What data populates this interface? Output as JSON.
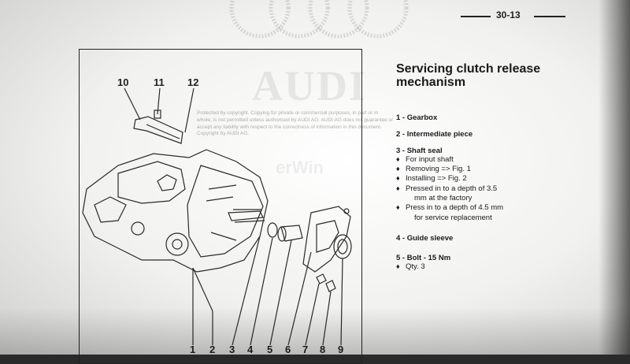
{
  "header": {
    "page_number": "30-13"
  },
  "watermarks": {
    "brand": "AUDI",
    "site": "erWin",
    "copyright": "Protected by copyright. Copying for private or commercial purposes, in part or in whole, is not permitted unless authorised by AUDI AG. AUDI AG does not guarantee or accept any liability with respect to the correctness of information in this document. Copyright by AUDI AG."
  },
  "figure": {
    "callouts_top": [
      "10",
      "11",
      "12"
    ],
    "callouts_bottom": [
      "1",
      "2",
      "3",
      "4",
      "5",
      "6",
      "7",
      "8",
      "9"
    ]
  },
  "section": {
    "title_line1": "Servicing clutch release",
    "title_line2": "mechanism",
    "items": [
      {
        "label": "1 - Gearbox",
        "subs": []
      },
      {
        "label": "2 - Intermediate piece",
        "subs": []
      },
      {
        "label": "3 - Shaft seal",
        "subs": [
          {
            "text": "For input shaft",
            "bullet": true
          },
          {
            "text": "Removing => Fig. 1",
            "bullet": true
          },
          {
            "text": "Installing => Fig. 2",
            "bullet": true
          },
          {
            "text": "Pressed in to a depth of 3.5",
            "bullet": true
          },
          {
            "text": "mm at the factory",
            "bullet": false
          },
          {
            "text": "Press in to a depth of 4.5 mm",
            "bullet": true
          },
          {
            "text": "for service replacement",
            "bullet": false
          }
        ]
      },
      {
        "label": "4 - Guide sleeve",
        "subs": []
      },
      {
        "label": "5 - Bolt - 15 Nm",
        "subs": [
          {
            "text": "Qty. 3",
            "bullet": true
          }
        ]
      }
    ]
  }
}
